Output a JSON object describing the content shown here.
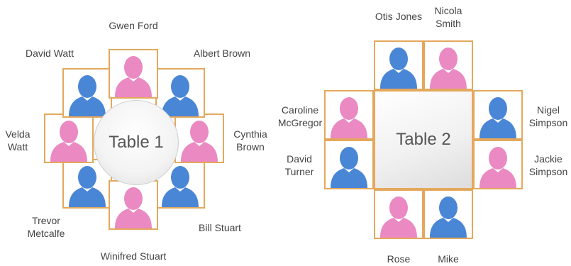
{
  "colors": {
    "male": "#4a86d6",
    "female": "#ea89c2",
    "frame": "#e4a85c",
    "text": "#444444"
  },
  "tables": [
    {
      "label": "Table 1",
      "shape": "round",
      "guests": [
        {
          "name": "Gwen Ford",
          "gender": "female"
        },
        {
          "name": "Albert Brown",
          "gender": "male"
        },
        {
          "name": "Cynthia\nBrown",
          "gender": "female"
        },
        {
          "name": "Bill Stuart",
          "gender": "male"
        },
        {
          "name": "Winifred Stuart",
          "gender": "female"
        },
        {
          "name": "Trevor\nMetcalfe",
          "gender": "male"
        },
        {
          "name": "Velda\nWatt",
          "gender": "female"
        },
        {
          "name": "David Watt",
          "gender": "male"
        }
      ]
    },
    {
      "label": "Table 2",
      "shape": "square",
      "guests": [
        {
          "name": "Otis Jones",
          "gender": "male"
        },
        {
          "name": "Nicola\nSmith",
          "gender": "female"
        },
        {
          "name": "Nigel\nSimpson",
          "gender": "male"
        },
        {
          "name": "Jackie\nSimpson",
          "gender": "female"
        },
        {
          "name": "Mike",
          "gender": "male"
        },
        {
          "name": "Rose",
          "gender": "female"
        },
        {
          "name": "David\nTurner",
          "gender": "male"
        },
        {
          "name": "Caroline\nMcGregor",
          "gender": "female"
        }
      ]
    }
  ]
}
